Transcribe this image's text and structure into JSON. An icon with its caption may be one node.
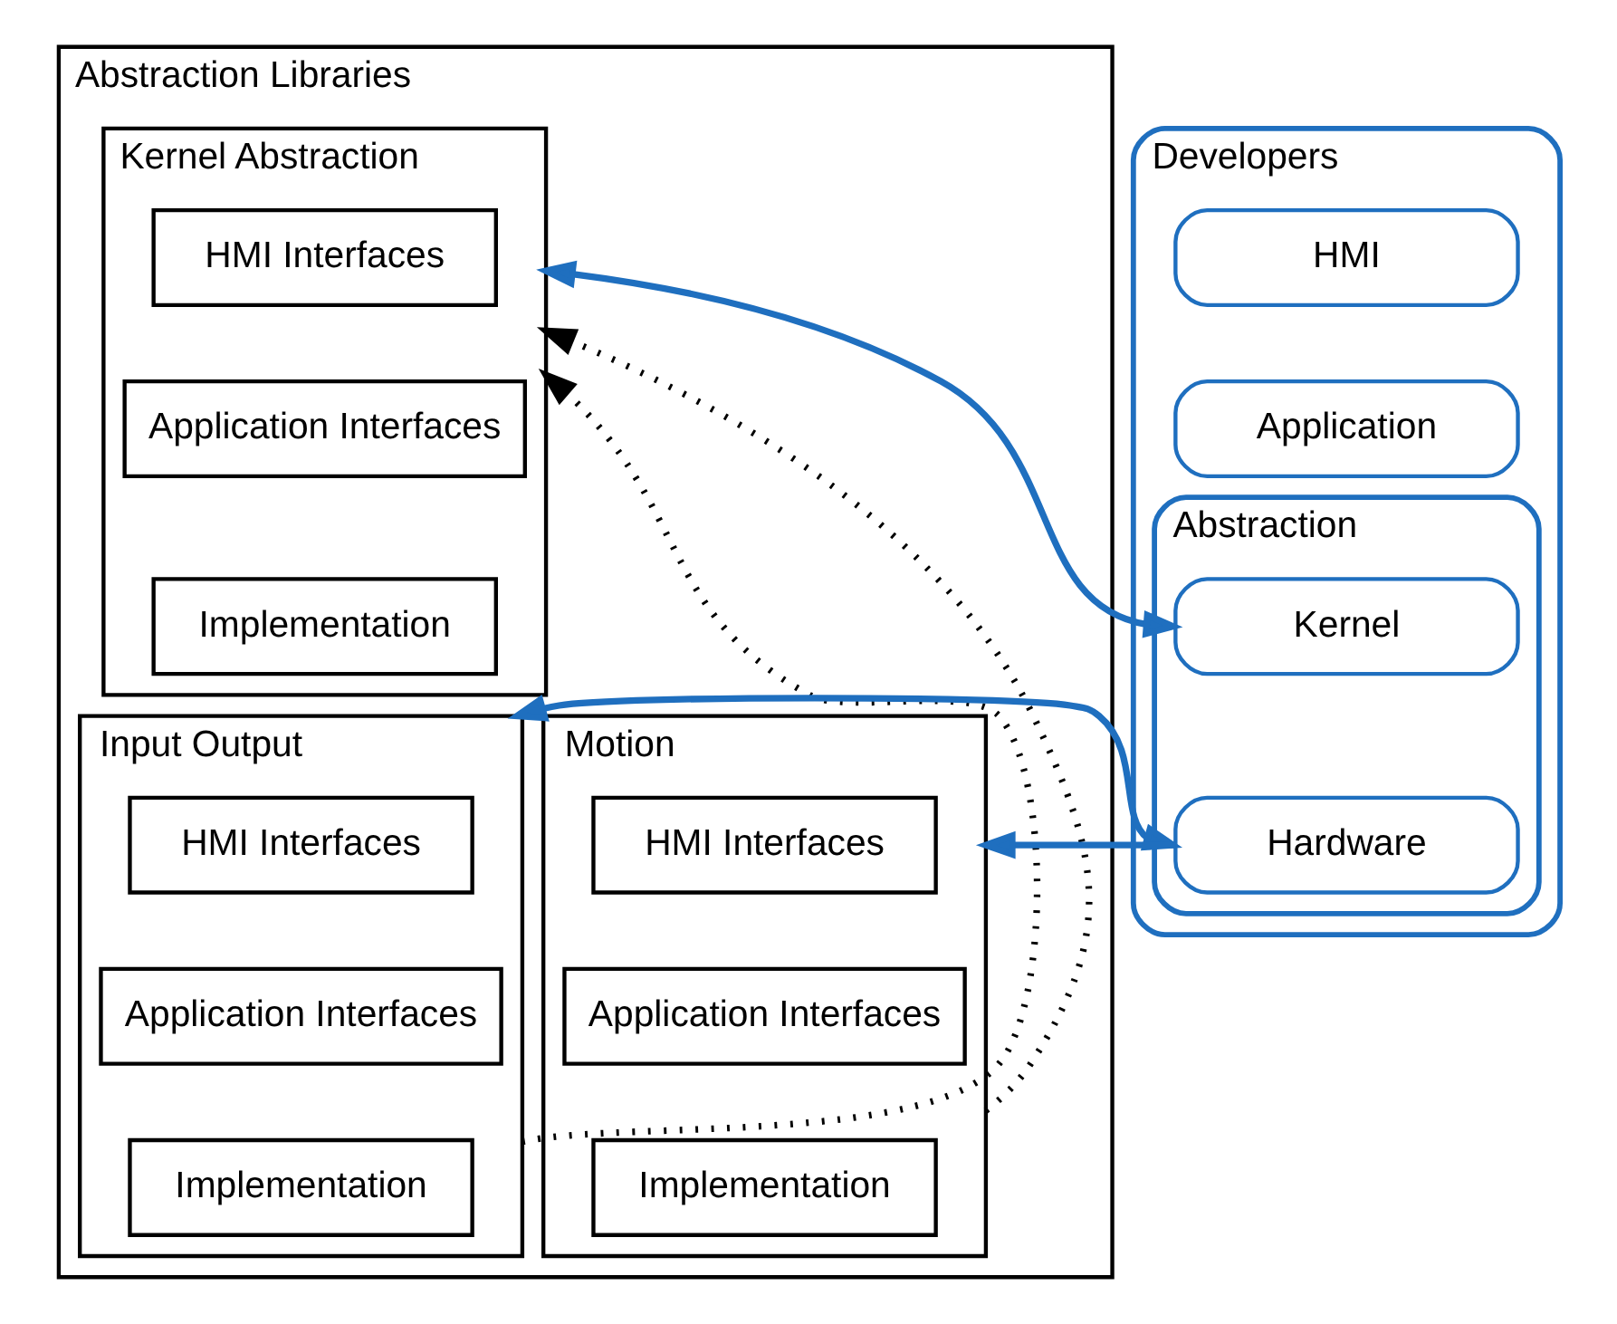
{
  "diagram": {
    "nodes": [
      {
        "text": [
          "Abstraction Libraries"
        ]
      },
      {
        "text": [
          "Kernel Abstraction"
        ],
        "in": 0
      },
      {
        "text": [
          "HMI Interfaces"
        ],
        "in": 1
      },
      {
        "text": [
          "Application Interfaces"
        ],
        "in": 1
      },
      {
        "text": [
          "Implementation"
        ],
        "in": 1
      },
      {
        "text": [
          "Input Output"
        ],
        "in": 0
      },
      {
        "text": [
          "HMI Interfaces"
        ],
        "in": 5
      },
      {
        "text": [
          "Application Interfaces"
        ],
        "in": 5
      },
      {
        "text": [
          "Implementation"
        ],
        "in": 5
      },
      {
        "text": [
          "Motion"
        ],
        "in": 0
      },
      {
        "text": [
          "HMI Interfaces"
        ],
        "in": 9
      },
      {
        "text": [
          "Application Interfaces"
        ],
        "in": 9
      },
      {
        "text": [
          "Implementation"
        ],
        "in": 9
      },
      {
        "text": [
          "Developers"
        ]
      },
      {
        "text": [
          "HMI"
        ],
        "in": 13
      },
      {
        "text": [
          "Application"
        ],
        "in": 13
      },
      {
        "text": [
          "Abstraction"
        ],
        "in": 13
      },
      {
        "text": [
          "Kernel"
        ],
        "in": 16
      },
      {
        "text": [
          "Hardware"
        ],
        "in": 16
      }
    ],
    "edges": [
      {
        "from": 17,
        "to": 1,
        "arrow": "both"
      },
      {
        "from": 18,
        "to": 5,
        "arrow": "both"
      },
      {
        "from": 18,
        "to": 9,
        "arrow": "to"
      },
      {
        "from": 9,
        "to": 1,
        "arrow": "to",
        "style": "dashed",
        "color": "#000000"
      },
      {
        "from": 5,
        "to": 1,
        "arrow": "to",
        "style": "dashed",
        "color": "#000000"
      }
    ]
  }
}
